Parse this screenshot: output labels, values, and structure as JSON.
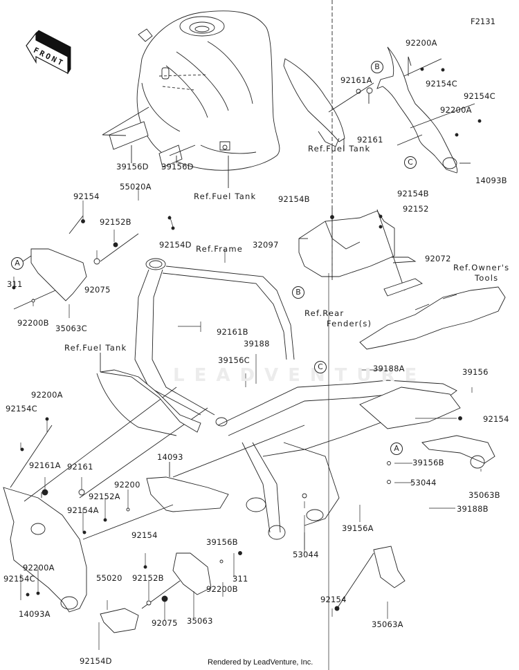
{
  "diagram": {
    "id": "F2131",
    "footer": "Rendered by LeadVenture, Inc.",
    "watermark": "LEADVENTURE",
    "front_indicator": "FRONT",
    "callouts": [
      "A",
      "B",
      "C"
    ],
    "references": {
      "fuel_tank": "Ref.Fuel Tank",
      "frame": "Ref.Frame",
      "rear_fender_line1": "Ref.Rear",
      "rear_fender_line2": "Fender(s)",
      "owners_tools_line1": "Ref.Owner's",
      "owners_tools_line2": "Tools"
    },
    "parts": [
      {
        "key": "p92200A_top",
        "number": "92200A"
      },
      {
        "key": "p92154C_top",
        "number": "92154C"
      },
      {
        "key": "p92154C_top2",
        "number": "92154C"
      },
      {
        "key": "p92200A_top2",
        "number": "92200A"
      },
      {
        "key": "p92161A_top",
        "number": "92161A"
      },
      {
        "key": "p92161_top",
        "number": "92161"
      },
      {
        "key": "p14093B",
        "number": "14093B"
      },
      {
        "key": "p39156D_left",
        "number": "39156D"
      },
      {
        "key": "p39156D_mid",
        "number": "39156D"
      },
      {
        "key": "p92154_upleft",
        "number": "92154"
      },
      {
        "key": "p55020A",
        "number": "55020A"
      },
      {
        "key": "p92152B_up",
        "number": "92152B"
      },
      {
        "key": "p92154D_up",
        "number": "92154D"
      },
      {
        "key": "p311_up",
        "number": "311"
      },
      {
        "key": "p92075_up",
        "number": "92075"
      },
      {
        "key": "p92200B_up",
        "number": "92200B"
      },
      {
        "key": "p35063C",
        "number": "35063C"
      },
      {
        "key": "p92154B_left",
        "number": "92154B"
      },
      {
        "key": "p92154B_right",
        "number": "92154B"
      },
      {
        "key": "p92152",
        "number": "92152"
      },
      {
        "key": "p32097",
        "number": "32097"
      },
      {
        "key": "p92072",
        "number": "92072"
      },
      {
        "key": "p92161B",
        "number": "92161B"
      },
      {
        "key": "p39188",
        "number": "39188"
      },
      {
        "key": "p39156C",
        "number": "39156C"
      },
      {
        "key": "p39188A",
        "number": "39188A"
      },
      {
        "key": "p39156",
        "number": "39156"
      },
      {
        "key": "p92154_right",
        "number": "92154"
      },
      {
        "key": "p92200A_left",
        "number": "92200A"
      },
      {
        "key": "p92154C_left",
        "number": "92154C"
      },
      {
        "key": "p92161A_left",
        "number": "92161A"
      },
      {
        "key": "p92161_left",
        "number": "92161"
      },
      {
        "key": "p14093",
        "number": "14093"
      },
      {
        "key": "p92200",
        "number": "92200"
      },
      {
        "key": "p92152A",
        "number": "92152A"
      },
      {
        "key": "p92154A",
        "number": "92154A"
      },
      {
        "key": "p39156B_right",
        "number": "39156B"
      },
      {
        "key": "p53044_right",
        "number": "53044"
      },
      {
        "key": "p35063B",
        "number": "35063B"
      },
      {
        "key": "p39188B",
        "number": "39188B"
      },
      {
        "key": "p39156A",
        "number": "39156A"
      },
      {
        "key": "p92154_center",
        "number": "92154"
      },
      {
        "key": "p39156B_center",
        "number": "39156B"
      },
      {
        "key": "p53044_center",
        "number": "53044"
      },
      {
        "key": "p92200A_low",
        "number": "92200A"
      },
      {
        "key": "p92154C_low",
        "number": "92154C"
      },
      {
        "key": "p14093A",
        "number": "14093A"
      },
      {
        "key": "p55020",
        "number": "55020"
      },
      {
        "key": "p92152B_low",
        "number": "92152B"
      },
      {
        "key": "p311_low",
        "number": "311"
      },
      {
        "key": "p92200B_low",
        "number": "92200B"
      },
      {
        "key": "p92075_low",
        "number": "92075"
      },
      {
        "key": "p35063",
        "number": "35063"
      },
      {
        "key": "p92154_lowright",
        "number": "92154"
      },
      {
        "key": "p35063A",
        "number": "35063A"
      },
      {
        "key": "p92154D_low",
        "number": "92154D"
      }
    ]
  }
}
